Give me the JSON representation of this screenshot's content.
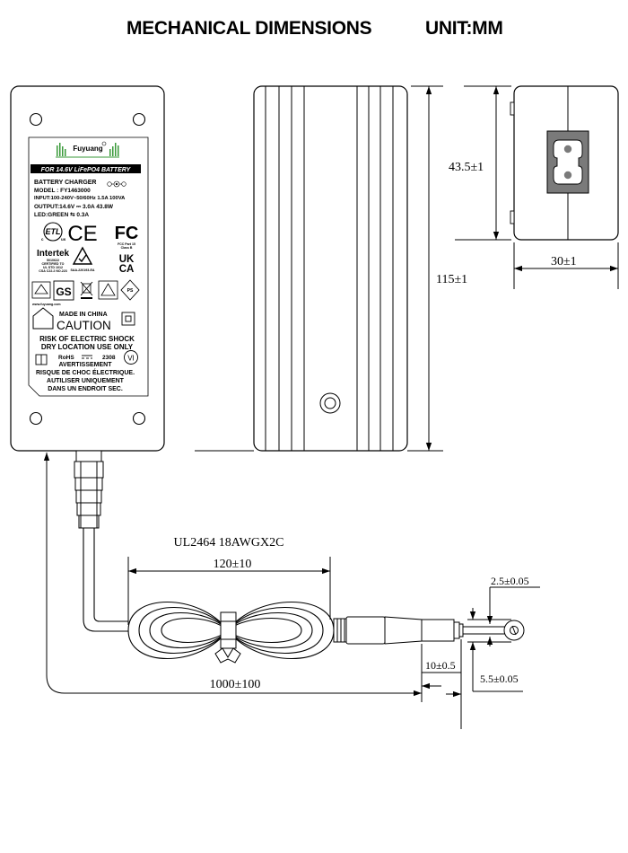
{
  "header": {
    "title": "MECHANICAL DIMENSIONS",
    "unit": "UNIT:MM"
  },
  "label": {
    "brand": "Fuyuang",
    "battery_banner": "FOR 14.6V LiFePO4 BATTERY",
    "product": "BATTERY CHARGER",
    "model": "MODEL : FY1463000",
    "input": "INPUT:100-240V~50/60Hz 1.5A 100VA",
    "output": "OUTPUT:14.6V ⎓ 3.0A 43.8W",
    "led": "LED:GREEN ⇆ 0.3A",
    "intertek": "Intertek",
    "intertek_sub": [
      "5010622",
      "CERTIFIED TO",
      "UL STD 1012",
      "CSA C22.2 NO.223"
    ],
    "fcc_note": [
      "FCC Part 15",
      "Class B"
    ],
    "rcm_note": "SAA-220193-EA",
    "ukca": [
      "UK",
      "CA"
    ],
    "ce": "CE",
    "fc": "FC",
    "website": "www.fuyuang.com",
    "made_in": "MADE IN CHINA",
    "caution": "CAUTION",
    "warning_en": [
      "RISK OF ELECTRIC SHOCK",
      "DRY LOCATION USE ONLY"
    ],
    "rohs": "RoHS",
    "date_code": "2308",
    "efficiency": "VI",
    "warning_fr": [
      "AVERTISSEMENT",
      "RISQUE DE CHOC ÉLECTRIQUE.",
      "AUTILISER UNIQUEMENT",
      "DANS UN ENDROIT SEC."
    ]
  },
  "dimensions": {
    "height_side": "43.5±1",
    "width_side": "30±1",
    "length": "115±1",
    "cable_spec": "UL2464 18AWGX2C",
    "loop_length": "120±10",
    "cable_length": "1000±100",
    "plug_length": "10±0.5",
    "pin_diameter": "2.5±0.05",
    "barrel_diameter": "5.5±0.05"
  }
}
